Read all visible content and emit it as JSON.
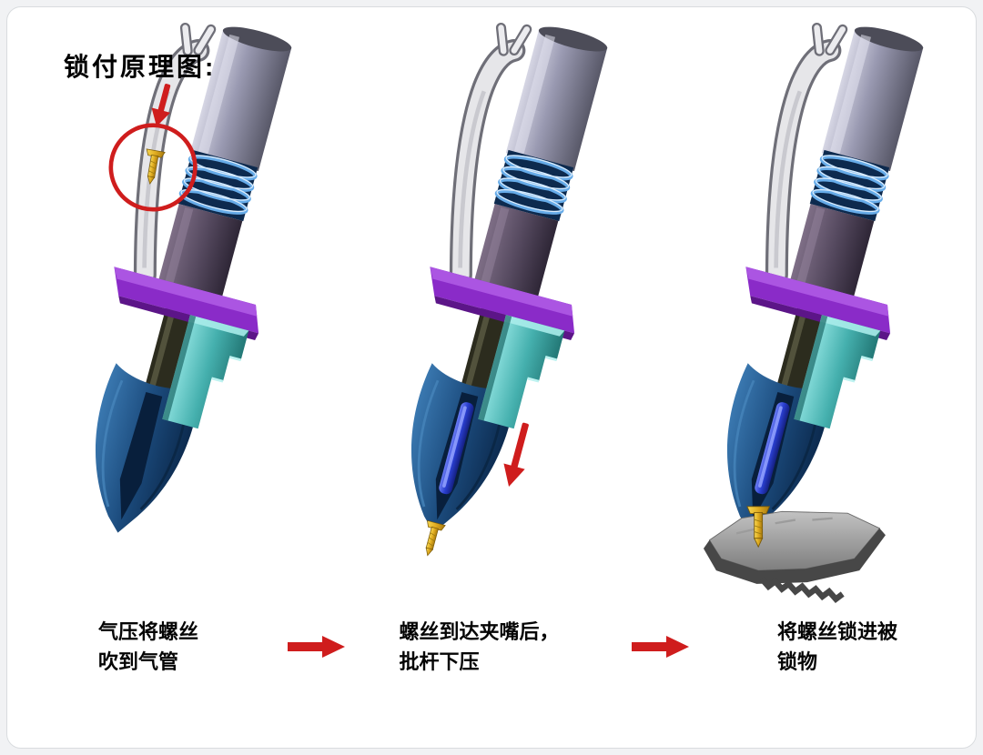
{
  "title": "锁付原理图:",
  "panels": [
    {
      "stage": 1,
      "caption_line1": "气压将螺丝",
      "caption_line2": "吹到气管"
    },
    {
      "stage": 2,
      "caption_line1": "螺丝到达夹嘴后，",
      "caption_line2": "批杆下压"
    },
    {
      "stage": 3,
      "caption_line1": "将螺丝锁进被",
      "caption_line2": "锁物"
    }
  ],
  "colors": {
    "accent_red": "#cf1d1d",
    "shaft_gray": "#9a9ab2",
    "coil_blue": "#66abe8",
    "flange_purple": "#8a2bc8",
    "clamp_teal": "#45b0ae",
    "jaw_blue": "#1c4c7e",
    "screw_gold": "#e0ac20",
    "bit_blue": "#2a3fd0",
    "workpiece_gray": "#8a8a8a",
    "tube_white": "#e6e6e9"
  }
}
